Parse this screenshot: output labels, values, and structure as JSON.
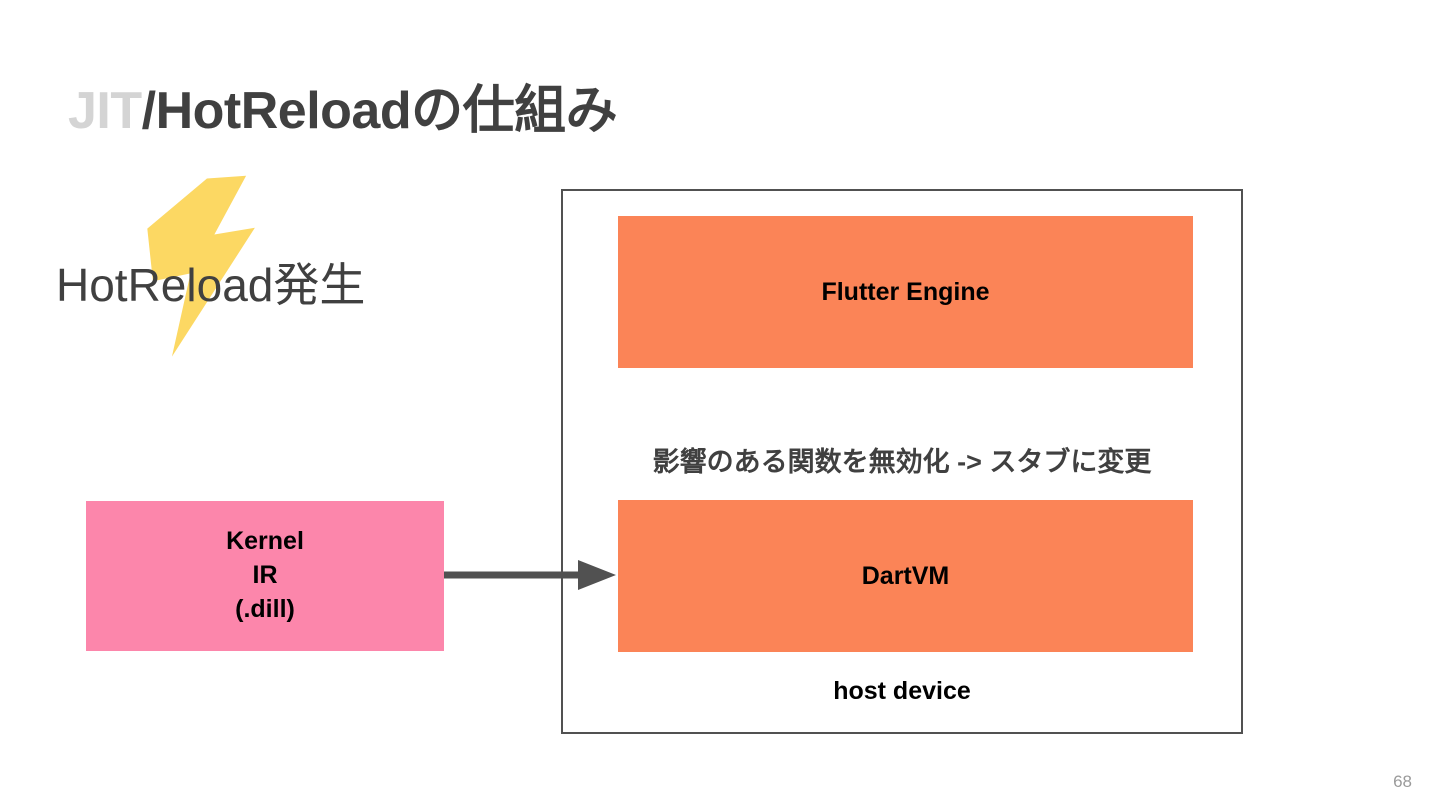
{
  "slide": {
    "title": {
      "prefix": "JIT",
      "rest": "/HotReloadの仕組み",
      "prefix_color": "#d4d4d4",
      "rest_color": "#404040"
    },
    "page_number": "68"
  },
  "annotations": {
    "hotreload_label": "HotReload発生",
    "bolt_icon": "lightning-bolt-icon",
    "bolt_color": "#fcd863"
  },
  "diagram": {
    "kernel_box": {
      "label": "Kernel\nIR\n(.dill)",
      "color": "#fc86ab"
    },
    "arrow": {
      "icon": "arrow-right-icon",
      "color": "#515151"
    },
    "host_device": {
      "label": "host device",
      "border_color": "#515151",
      "boxes": [
        {
          "label": "Flutter Engine",
          "color": "#fb8457"
        },
        {
          "label": "DartVM",
          "color": "#fb8457"
        }
      ],
      "stub_annotation": "影響のある関数を無効化 -> スタブに変更"
    }
  }
}
